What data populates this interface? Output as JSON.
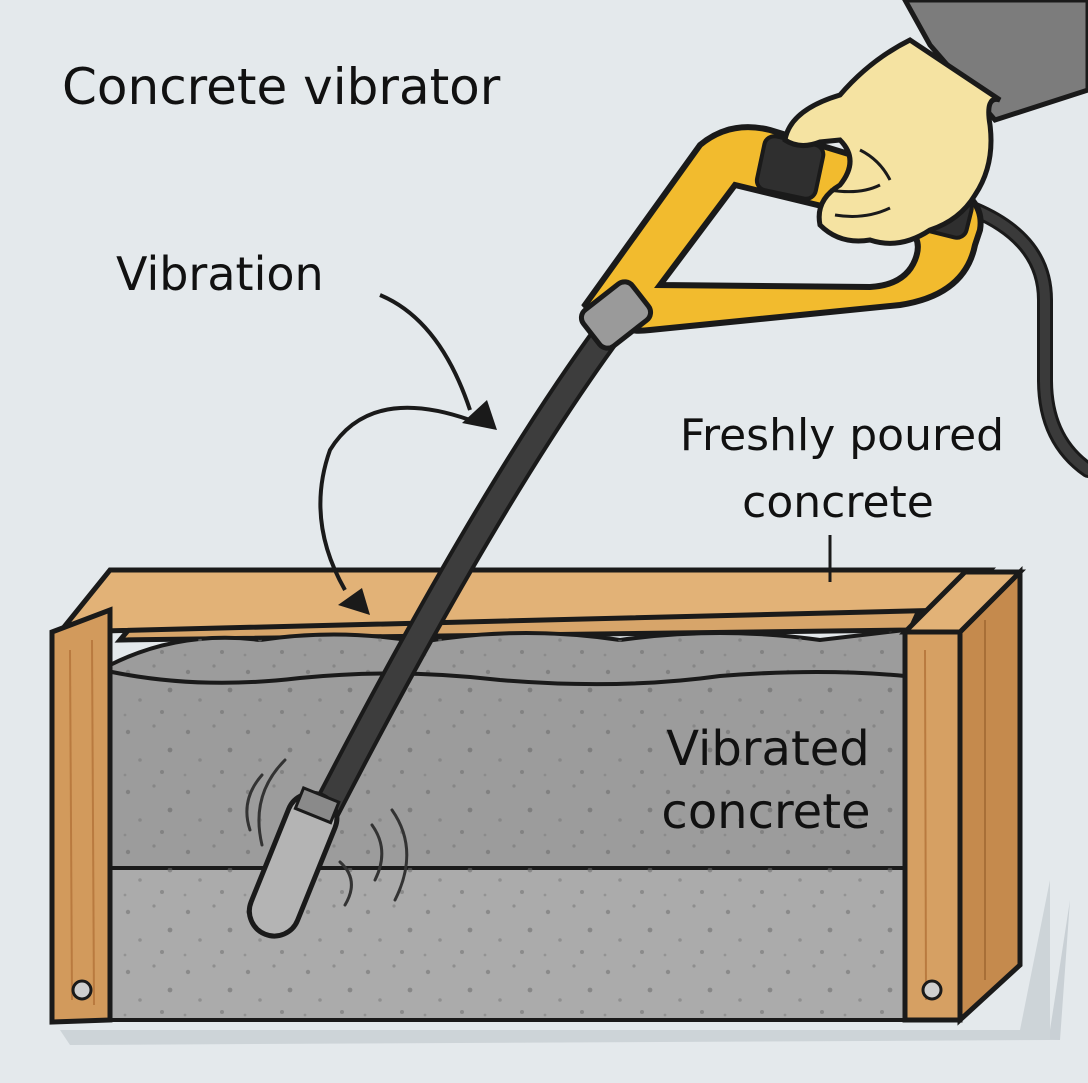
{
  "title": "Concrete vibrator",
  "labels": {
    "vibration": "Vibration",
    "fresh_line1": "Freshly poured",
    "fresh_line2": "concrete",
    "vibrated_line1": "Vibrated",
    "vibrated_line2": "concrete"
  },
  "colors": {
    "background": "#e4e9ec",
    "wood": "#d29a5c",
    "wood_dark": "#b97a3f",
    "fresh_concrete": "#9a9a9a",
    "vibrated_concrete": "#a9a9a9",
    "tool_yellow": "#f2bb2e",
    "hose": "#3a3a3a",
    "glove": "#f5e3a2"
  },
  "icons": [
    "hand-glove-icon",
    "vibrator-handle-icon",
    "vibration-waves-icon",
    "curved-arrow-icon"
  ]
}
